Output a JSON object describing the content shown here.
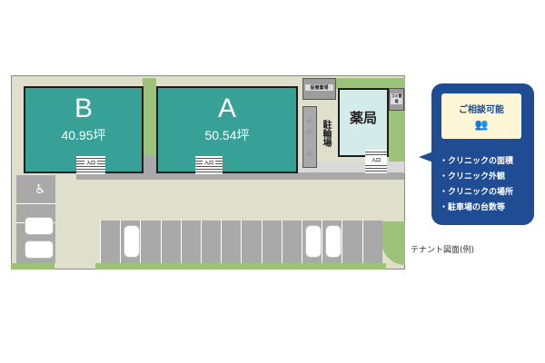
{
  "units": [
    {
      "label": "B",
      "area": "40.95坪",
      "entrance": "入口"
    },
    {
      "label": "A",
      "area": "50.54坪",
      "entrance": "入口"
    }
  ],
  "pharmacy": {
    "label": "薬局",
    "entrance": "入口"
  },
  "equipment_area": "設備置場",
  "garbage_area": "ゴミ置場",
  "bicycle_parking": "駐輪場",
  "consultation": {
    "title": "ご相談可能",
    "icon": "meeting-icon",
    "items": [
      "・クリニックの面積",
      "・クリニック外観",
      "・クリニックの場所",
      "・駐車場の台数等"
    ],
    "color": "#1f4c93"
  },
  "caption": "テナント図面(例)",
  "colors": {
    "tenant": "#37a197",
    "pharmacy": "#d3ecea",
    "green": "#9dc27a"
  }
}
